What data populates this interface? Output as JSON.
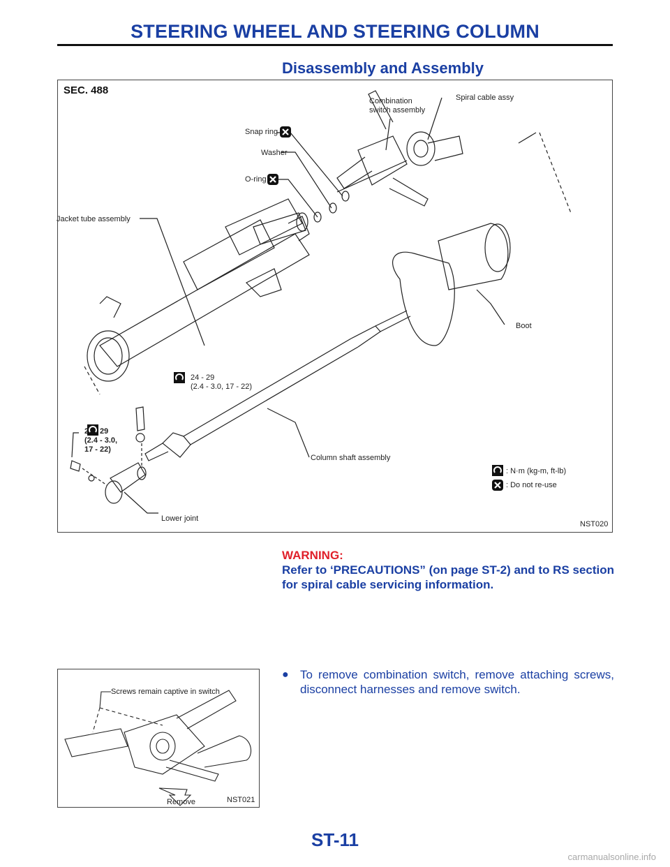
{
  "header": {
    "title": "STEERING WHEEL AND STEERING COLUMN"
  },
  "section": {
    "title": "Disassembly and Assembly"
  },
  "figure_main": {
    "sec": "SEC. 488",
    "code": "NST020",
    "labels": {
      "combination_switch": "Combination\nswitch assembly",
      "spiral_cable": "Spiral cable assy",
      "snap_ring": "Snap ring",
      "washer": "Washer",
      "o_ring": "O-ring",
      "jacket_tube": "Jacket tube assembly",
      "boot": "Boot",
      "torque_upper": "24 - 29\n(2.4 - 3.0, 17 - 22)",
      "torque_lower": "24 - 29\n(2.4 - 3.0,\n17 - 22)",
      "column_shaft": "Column shaft assembly",
      "lower_joint": "Lower joint",
      "legend_torque": ": N·m (kg-m, ft-lb)",
      "legend_noreuse": ": Do not re-use"
    },
    "icons": {
      "torque": "torque-wrench-icon",
      "no_reuse": "do-not-reuse-icon"
    }
  },
  "warning": {
    "heading": "WARNING:",
    "body": "Refer to ‘PRECAUTIONS” (on page ST-2) and to RS section for spiral cable servicing information."
  },
  "figure_small": {
    "code": "NST021",
    "labels": {
      "screws": "Screws remain captive in switch",
      "remove": "Remove"
    }
  },
  "step": {
    "bullet": "●",
    "text": "To remove combination switch, remove attaching screws, disconnect harnesses and remove switch."
  },
  "footer": {
    "page": "ST-11",
    "watermark": "carmanualsonline.info"
  }
}
